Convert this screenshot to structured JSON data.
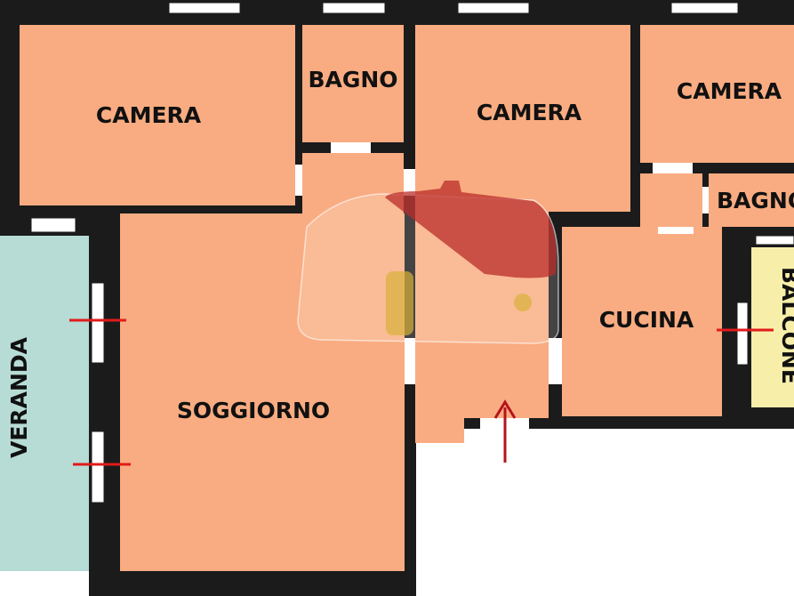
{
  "colors": {
    "wall": "#1b1b1b",
    "room_fill": "#f9ac81",
    "veranda_fill": "#b7dcd6",
    "balcone_fill": "#f7eeaa",
    "window_fill": "#ffffff",
    "door_gap": "#ffffff",
    "marker_red": "#e11b1b",
    "entrance_arrow": "#b3141c",
    "highlight_red": "#b92c2a",
    "highlight_yellow": "#d8b13a"
  },
  "rooms": {
    "camera_1": "CAMERA",
    "bagno_1": "BAGNO",
    "camera_2": "CAMERA",
    "camera_3": "CAMERA",
    "bagno_2": "BAGNO",
    "cucina": "CUCINA",
    "soggiorno": "SOGGIORNO",
    "veranda": "VERANDA",
    "balcone": "BALCONE"
  },
  "icons": {
    "entrance": "entrance-arrow-icon"
  }
}
